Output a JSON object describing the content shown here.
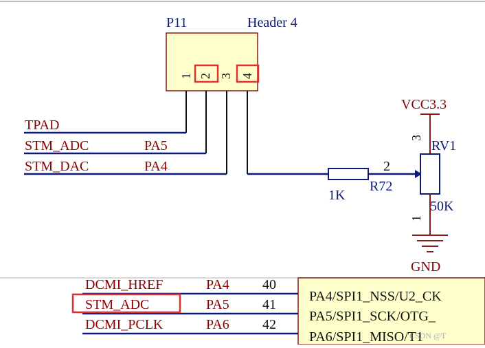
{
  "colors": {
    "wire": "#0b1a7a",
    "component_fill": "#ffffcc",
    "component_border": "#8b1a1a",
    "highlight": "#e03030",
    "net_label": "#8b0000",
    "pin_text": "#111111"
  },
  "header": {
    "designator": "P11",
    "name": "Header 4",
    "pins": [
      "1",
      "2",
      "3",
      "4"
    ]
  },
  "nets": {
    "tpad": "TPAD",
    "stm_adc": "STM_ADC",
    "stm_dac": "STM_DAC",
    "pa5": "PA5",
    "pa4": "PA4"
  },
  "resistor": {
    "designator": "R72",
    "value": "1K"
  },
  "pot": {
    "designator": "RV1",
    "value": "50K",
    "pin_top": "3",
    "pin_wiper": "2",
    "pin_bottom": "1",
    "supply": "VCC3.3",
    "ground": "GND"
  },
  "mcu": {
    "rows": [
      {
        "net": "DCMI_HREF",
        "port": "PA4",
        "pin": "40",
        "func": "PA4/SPI1_NSS/U2_CK"
      },
      {
        "net": "STM_ADC",
        "port": "PA5",
        "pin": "41",
        "func": "PA5/SPI1_SCK/OTG_"
      },
      {
        "net": "DCMI_PCLK",
        "port": "PA6",
        "pin": "42",
        "func": "PA6/SPI1_MISO/T1"
      }
    ]
  },
  "watermark": "CSDN @T"
}
